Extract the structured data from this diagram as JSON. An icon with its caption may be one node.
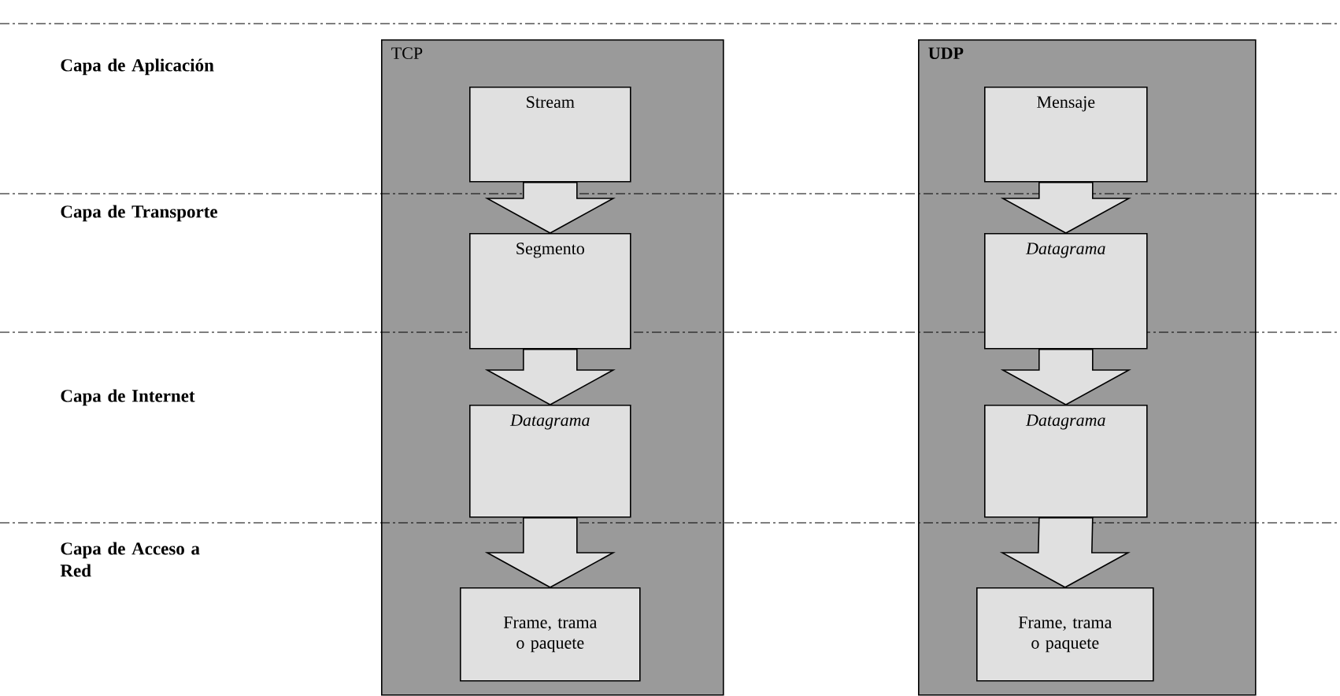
{
  "diagram": {
    "nodes": [
      {
        "text": [
          "TCP"
        ]
      },
      {
        "text": [
          "Stream"
        ],
        "in": 0
      },
      {
        "text": [
          "Segmento"
        ],
        "in": 0
      },
      {
        "text": [
          "Datagrama"
        ],
        "in": 0
      },
      {
        "text": [
          "Frame, trama o paquete"
        ],
        "in": 0
      },
      {
        "text": [
          "UDP"
        ]
      },
      {
        "text": [
          "Mensaje"
        ],
        "in": 5
      },
      {
        "text": [
          "Datagrama"
        ],
        "in": 5
      },
      {
        "text": [
          "Datagrama"
        ],
        "in": 5
      },
      {
        "text": [
          "Frame, trama o paquete"
        ],
        "in": 5
      }
    ],
    "edges": [
      {
        "from": 1,
        "to": 2,
        "arrow": "to"
      },
      {
        "from": 2,
        "to": 3,
        "arrow": "to"
      },
      {
        "from": 3,
        "to": 4,
        "arrow": "to"
      },
      {
        "from": 6,
        "to": 7,
        "arrow": "to"
      },
      {
        "from": 7,
        "to": 8,
        "arrow": "to"
      },
      {
        "from": 8,
        "to": 9,
        "arrow": "to"
      }
    ],
    "labels": [
      "Capa de Aplicación",
      "Capa de Transporte",
      "Capa de Internet",
      "Capa de Acceso a Red"
    ]
  }
}
